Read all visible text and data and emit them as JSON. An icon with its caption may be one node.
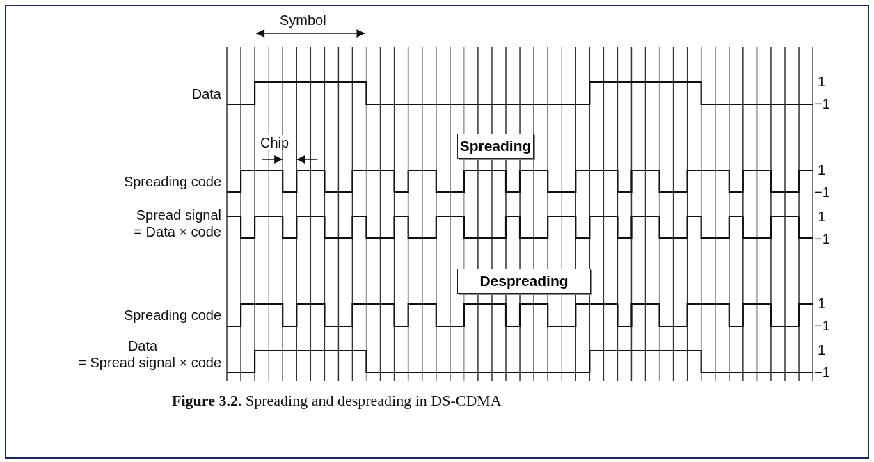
{
  "diagram": {
    "caption": "**Figure 3.2.** Spreading and despreading in DS-CDMA",
    "nodes": [
      {
        "text": [
          "Spreading"
        ]
      },
      {
        "text": [
          "Despreading"
        ]
      }
    ],
    "edges": [],
    "labels": [
      "Symbol",
      "Data",
      "1",
      "−1",
      "Chip",
      "Spreading code",
      "1",
      "−1",
      "Spread signal",
      "= Data × code",
      "1",
      "−1",
      "Spreading code",
      "1",
      "−1",
      "Data",
      "= Spread signal × code",
      "1",
      "−1"
    ]
  }
}
